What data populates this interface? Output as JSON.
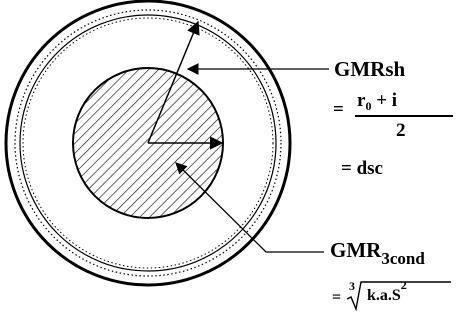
{
  "shield_label": {
    "main": "GMRsh"
  },
  "shield_formula": {
    "equals": "=",
    "numerator_r": "r",
    "numerator_sub": "0",
    "numerator_rest": "+ i",
    "denominator": "2",
    "result": "= dsc"
  },
  "conductor_label": {
    "main": "GMR",
    "sub": "3cond"
  },
  "conductor_formula": {
    "equals": "=",
    "root_index": "3",
    "radicand": "k.a.S",
    "power": "2"
  },
  "colors": {
    "line": "#000000",
    "background": "#ffffff"
  },
  "icons": {
    "hatch": "diagonal-hatch-pattern",
    "arrow": "arrowhead"
  }
}
